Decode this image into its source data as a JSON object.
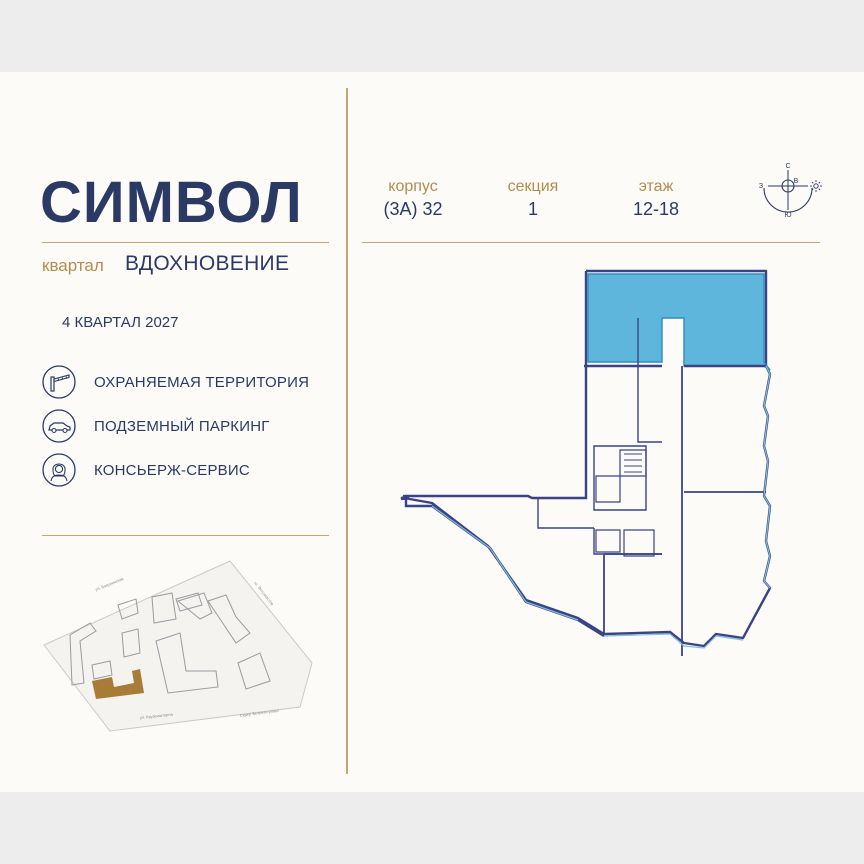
{
  "brand": {
    "logo": "СИМВОЛ",
    "quarter_label": "квартал",
    "quarter_name": "ВДОХНОВЕНИЕ"
  },
  "deadline": "4 КВАРТАЛ 2027",
  "features": [
    {
      "label": "ОХРАНЯЕМАЯ ТЕРРИТОРИЯ",
      "icon": "barrier-icon"
    },
    {
      "label": "ПОДЗЕМНЫЙ ПАРКИНГ",
      "icon": "car-icon"
    },
    {
      "label": "КОНСЬЕРЖ-СЕРВИС",
      "icon": "concierge-icon"
    }
  ],
  "header": {
    "building": {
      "label": "корпус",
      "value": "(3А) 32"
    },
    "section": {
      "label": "секция",
      "value": "1"
    },
    "floor": {
      "label": "этаж",
      "value": "12-18"
    }
  },
  "compass": {
    "north": "С",
    "west": "З",
    "east": "В",
    "south": "Ю"
  },
  "map": {
    "street_top": "ул. Бакунинская",
    "street_right": "ш. Энтузиастов",
    "street_bottom": "ул. Крузенштерна",
    "park": "Сквер Зеленая роща"
  },
  "colors": {
    "navy": "#2b3a64",
    "gold": "#b18d4e",
    "highlight": "#5fb6dd",
    "background": "#fcfbf7"
  }
}
